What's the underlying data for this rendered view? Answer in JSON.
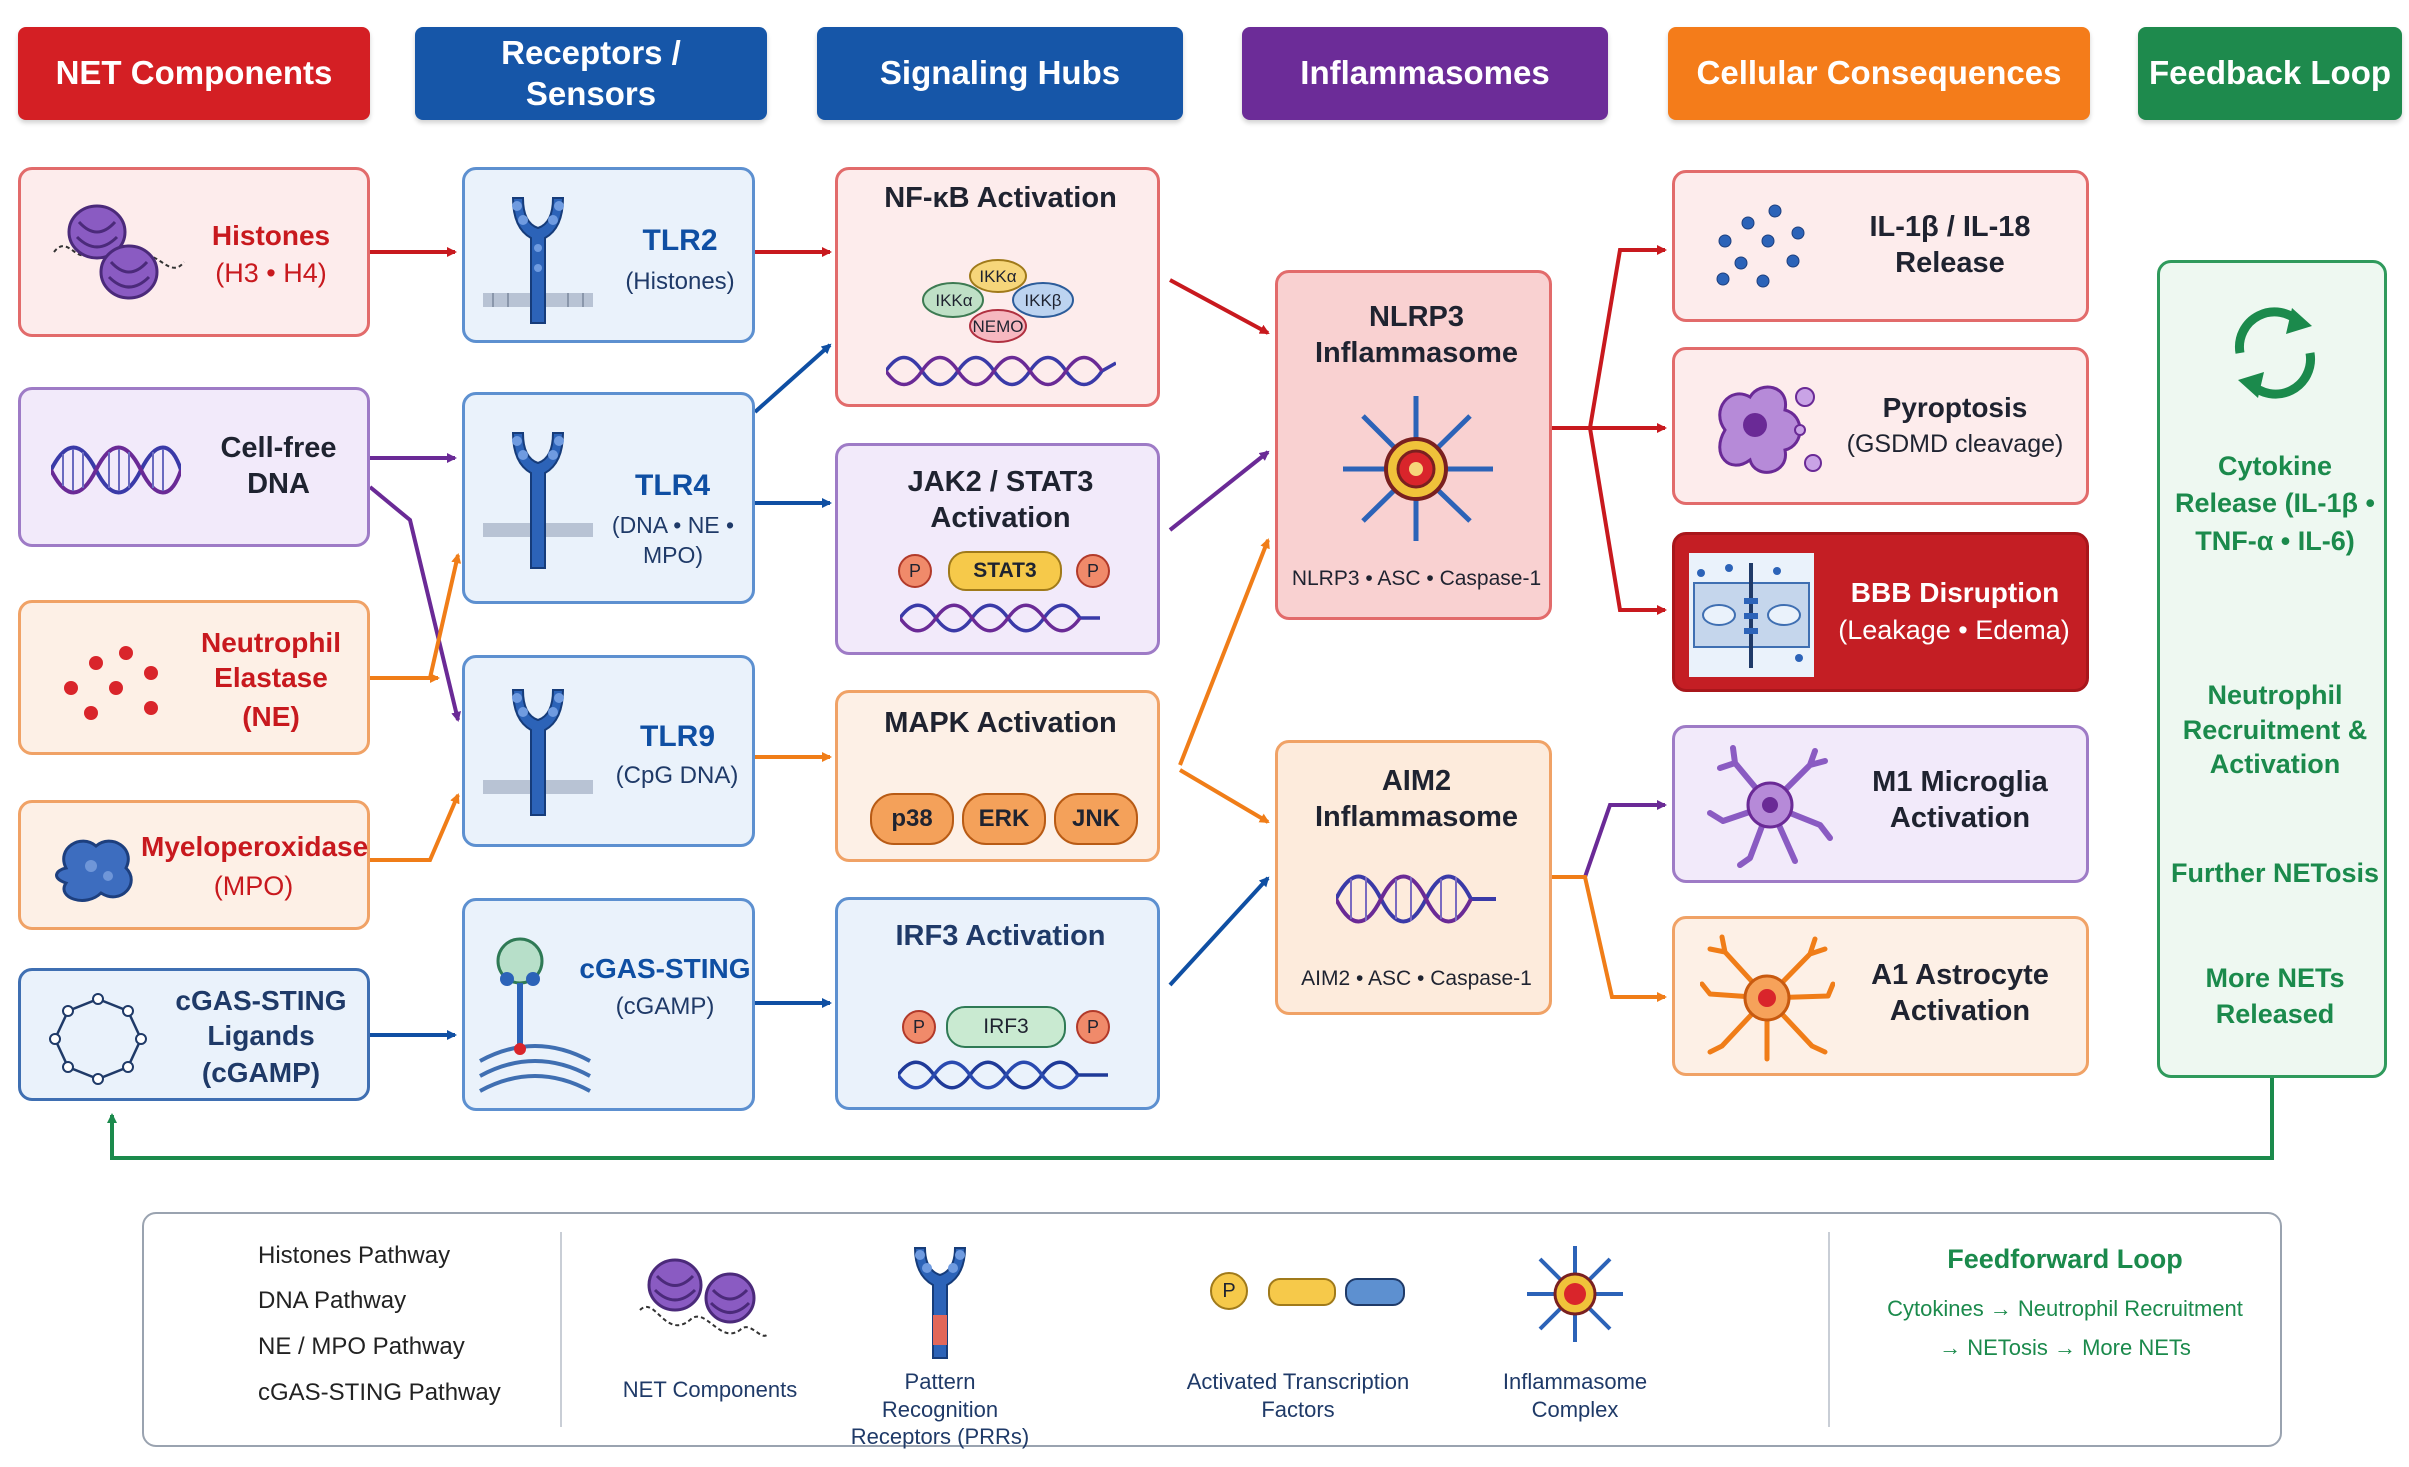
{
  "headers": {
    "net_components": "NET Components",
    "receptors": "Receptors / Sensors",
    "signaling": "Signaling Hubs",
    "inflammasomes": "Inflammasomes",
    "consequences": "Cellular Consequences",
    "feedback": "Feedback Loop"
  },
  "net_components": {
    "histones": {
      "title": "Histones",
      "sub": "(H3 • H4)"
    },
    "cfdna": {
      "title": "Cell-free DNA"
    },
    "ne": {
      "title": "Neutrophil Elastase",
      "sub": "(NE)"
    },
    "mpo": {
      "title": "Myeloperoxidase",
      "sub": "(MPO)"
    },
    "cgas": {
      "title": "cGAS-STING Ligands",
      "sub": "(cGAMP)"
    }
  },
  "receptors": {
    "tlr2": {
      "title": "TLR2",
      "sub": "(Histones)"
    },
    "tlr4": {
      "title": "TLR4",
      "sub": "(DNA • NE • MPO)"
    },
    "tlr9": {
      "title": "TLR9",
      "sub": "(CpG DNA)"
    },
    "sting": {
      "title": "cGAS-STING",
      "sub": "(cGAMP)"
    }
  },
  "signaling": {
    "nfkb": {
      "title": "NF-κB Activation",
      "ikka": "IKKα",
      "ikkb": "IKKβ",
      "ikkg": "IKKα",
      "nemo": "NEMO"
    },
    "jak": {
      "title": "JAK2 / STAT3 Activation",
      "factor": "STAT3",
      "p": "P"
    },
    "mapk": {
      "title": "MAPK Activation",
      "p38": "p38",
      "erk": "ERK",
      "jnk": "JNK"
    },
    "irf3": {
      "title": "IRF3 Activation",
      "factor": "IRF3",
      "p": "P"
    }
  },
  "inflammasomes": {
    "nlrp3": {
      "title": "NLRP3 Inflammasome",
      "sub": "NLRP3 • ASC • Caspase-1"
    },
    "aim2": {
      "title": "AIM2 Inflammasome",
      "sub": "AIM2 • ASC • Caspase-1"
    }
  },
  "consequences": {
    "il1b": {
      "title": "IL-1β / IL-18 Release"
    },
    "pyroptosis": {
      "title": "Pyroptosis",
      "sub": "(GSDMD cleavage)"
    },
    "bbb": {
      "title": "BBB Disruption",
      "sub": "(Leakage • Edema)"
    },
    "m1": {
      "title": "M1 Microglia Activation"
    },
    "a1": {
      "title": "A1 Astrocyte Activation"
    }
  },
  "feedback": {
    "step1": "Cytokine Release (IL-1β • TNF-α • IL-6)",
    "step2": "Neutrophil Recruitment & Activation",
    "step3": "Further NETosis",
    "step4": "More NETs Released"
  },
  "legend": {
    "pathways": [
      "Histones Pathway",
      "DNA Pathway",
      "NE / MPO Pathway",
      "cGAS-STING Pathway"
    ],
    "icons": {
      "net": "NET Components",
      "prr": "Pattern Recognition Receptors (PRRs)",
      "tf": "Activated Transcription Factors",
      "inflammasome": "Inflammasome Complex",
      "p": "P"
    },
    "feedforward": {
      "title": "Feedforward Loop",
      "line1": "Cytokines → Neutrophil Recruitment",
      "line2": "→ NETosis → More NETs"
    }
  },
  "colors": {
    "red": "#c8191e",
    "blue": "#0f4fa3",
    "purple": "#6a2a96",
    "orange": "#f07d18",
    "green": "#1b8a4c",
    "darkred": "#c41e24"
  }
}
